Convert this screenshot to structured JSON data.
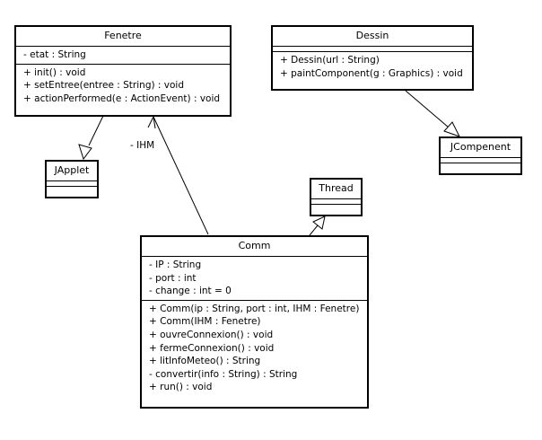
{
  "classes": {
    "fenetre": {
      "name": "Fenetre",
      "attributes": [
        "- etat : String"
      ],
      "operations": [
        "+ init() : void",
        "+ setEntree(entree : String) : void",
        "+ actionPerformed(e : ActionEvent) : void"
      ]
    },
    "dessin": {
      "name": "Dessin",
      "attributes": [],
      "operations": [
        "+ Dessin(url : String)",
        "+ paintComponent(g : Graphics) : void"
      ]
    },
    "japplet": {
      "name": "JApplet",
      "attributes": [],
      "operations": []
    },
    "jcompenent": {
      "name": "JCompenent",
      "attributes": [],
      "operations": []
    },
    "thread": {
      "name": "Thread",
      "attributes": [],
      "operations": []
    },
    "comm": {
      "name": "Comm",
      "attributes": [
        "- IP : String",
        "- port : int",
        "- change : int = 0"
      ],
      "operations": [
        "+ Comm(ip : String, port : int, IHM : Fenetre)",
        "+ Comm(IHM : Fenetre)",
        "+ ouvreConnexion() : void",
        "+ fermeConnexion() : void",
        "+ litInfoMeteo() : String",
        "- convertir(info : String) : String",
        "+ run() : void"
      ]
    }
  },
  "associations": {
    "comm_fenetre_role": "- IHM"
  }
}
